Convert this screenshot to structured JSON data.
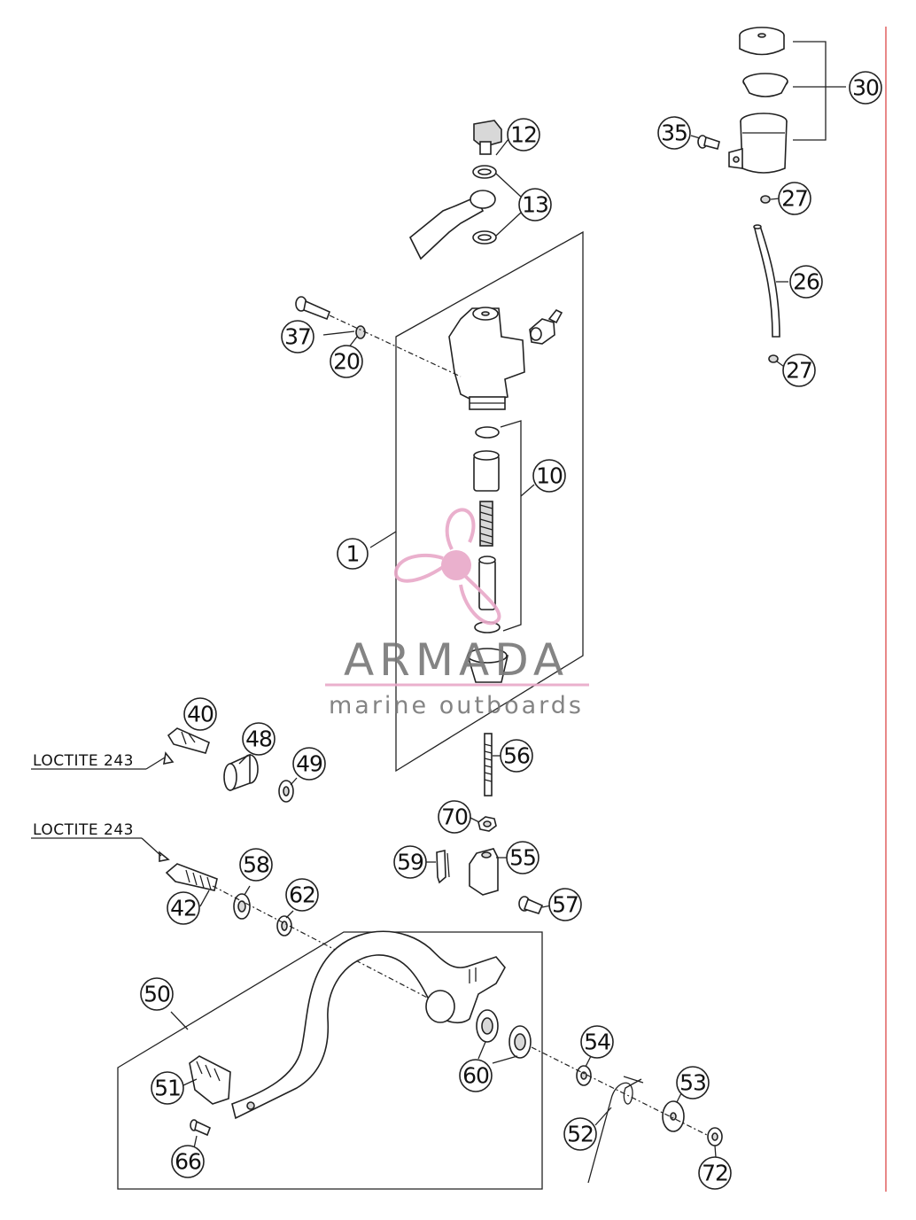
{
  "callouts": {
    "c1": "1",
    "c10": "10",
    "c12": "12",
    "c13": "13",
    "c20": "20",
    "c26": "26",
    "c27a": "27",
    "c27b": "27",
    "c30": "30",
    "c35": "35",
    "c37": "37",
    "c40": "40",
    "c42": "42",
    "c48": "48",
    "c49": "49",
    "c50": "50",
    "c51": "51",
    "c52": "52",
    "c53": "53",
    "c54": "54",
    "c55": "55",
    "c56": "56",
    "c57": "57",
    "c58": "58",
    "c59": "59",
    "c60": "60",
    "c62": "62",
    "c66": "66",
    "c70": "70",
    "c72": "72"
  },
  "notes": {
    "loctite_upper": "LOCTITE 243",
    "loctite_lower": "LOCTITE 243"
  },
  "watermark": {
    "brand": "ARMADA",
    "tagline": "marine outboards",
    "accent_color": "#e8a8c8",
    "text_color": "#777777"
  },
  "colors": {
    "line": "#222222",
    "border_red": "#e06060"
  }
}
